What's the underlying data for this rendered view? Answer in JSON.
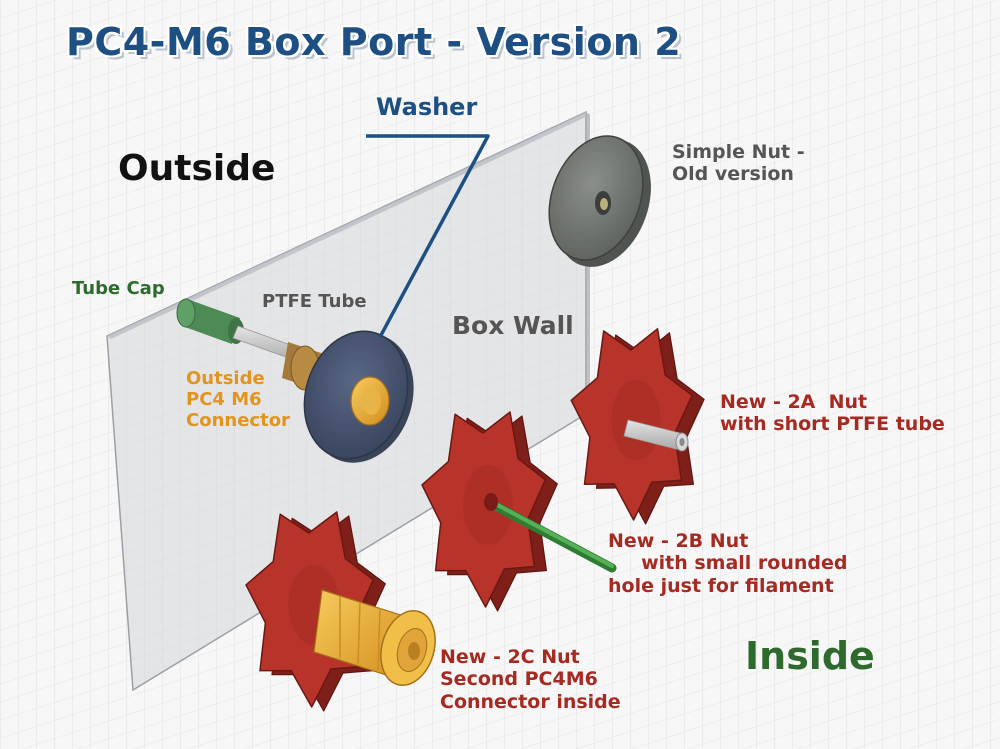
{
  "title": "PC4-M6 Box Port - Version 2",
  "labels": {
    "washer": "Washer",
    "outside": "Outside",
    "simple_nut": "Simple Nut -\nOld version",
    "tube_cap": "Tube Cap",
    "ptfe_tube": "PTFE Tube",
    "box_wall": "Box Wall",
    "outside_connector": "Outside\nPC4 M6\nConnector",
    "nut_2a": "New - 2A  Nut\nwith short PTFE tube",
    "nut_2b": "New - 2B Nut\n     with small rounded\nhole just for filament",
    "inside": "Inside",
    "nut_2c": "New - 2C Nut\nSecond PC4M6\nConnector inside"
  },
  "colors": {
    "title": "#1d4f82",
    "callout_line": "#1d4f82",
    "nut_red": "#b8332a",
    "brass": "#e8a83a",
    "washer": "#475570",
    "simple_nut": "#6f7570",
    "tube_cap": "#4d8a55",
    "filament": "#3d9a3d",
    "wall": "#cfd2d6"
  }
}
